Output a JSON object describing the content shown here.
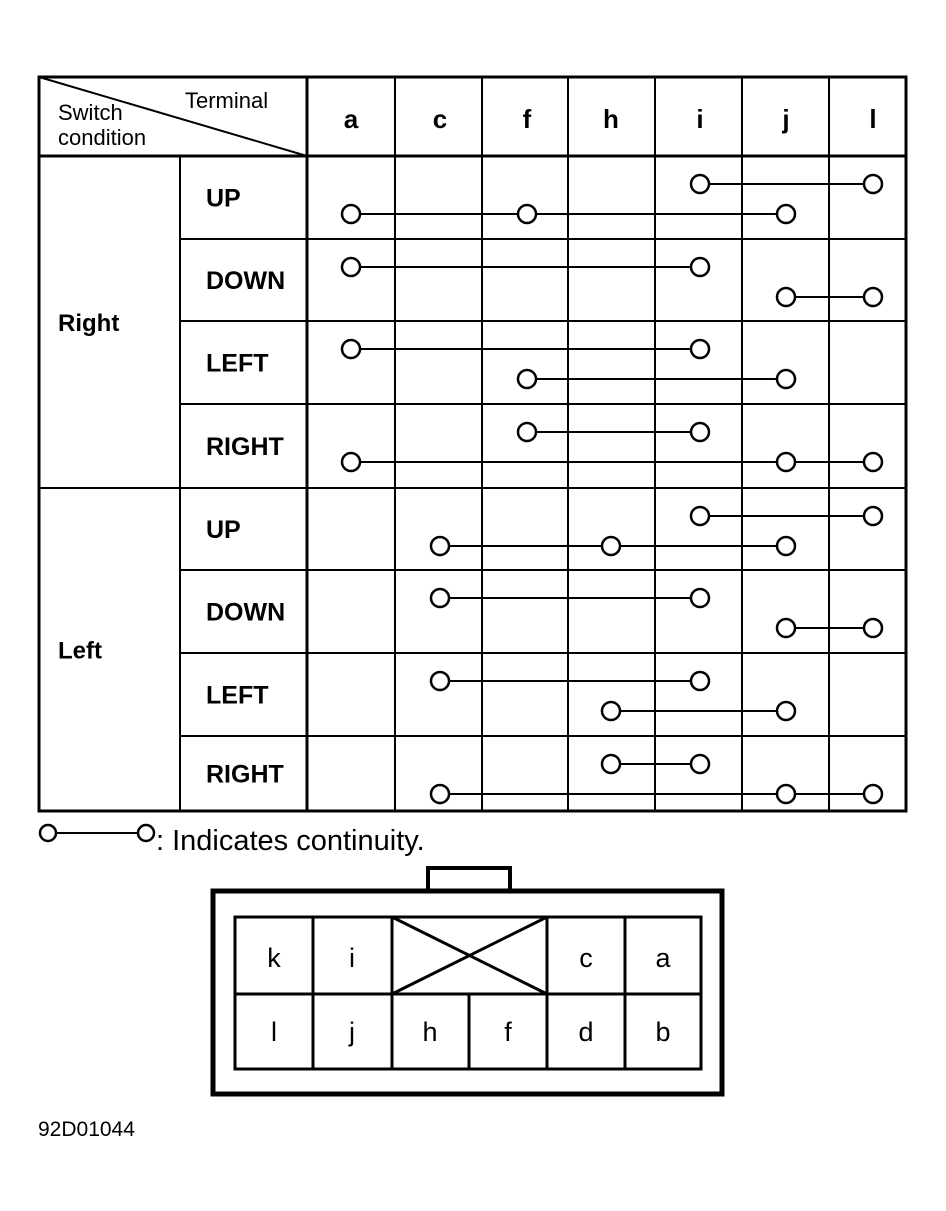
{
  "table": {
    "header_terminal": "Terminal",
    "header_switch_line1": "Switch",
    "header_switch_line2": "condition",
    "terminals": [
      "a",
      "c",
      "f",
      "h",
      "i",
      "j",
      "l"
    ],
    "groups": [
      {
        "label": "Right",
        "rows": [
          {
            "label": "UP",
            "connections": [
              [
                "i",
                "l"
              ],
              [
                "a",
                "f",
                "j"
              ]
            ]
          },
          {
            "label": "DOWN",
            "connections": [
              [
                "a",
                "i"
              ],
              [
                "j",
                "l"
              ]
            ]
          },
          {
            "label": "LEFT",
            "connections": [
              [
                "a",
                "i"
              ],
              [
                "f",
                "j"
              ]
            ]
          },
          {
            "label": "RIGHT",
            "connections": [
              [
                "f",
                "i"
              ],
              [
                "a",
                "j",
                "l"
              ]
            ]
          }
        ]
      },
      {
        "label": "Left",
        "rows": [
          {
            "label": "UP",
            "connections": [
              [
                "i",
                "l"
              ],
              [
                "c",
                "h",
                "j"
              ]
            ]
          },
          {
            "label": "DOWN",
            "connections": [
              [
                "c",
                "i"
              ],
              [
                "j",
                "l"
              ]
            ]
          },
          {
            "label": "LEFT",
            "connections": [
              [
                "c",
                "i"
              ],
              [
                "h",
                "j"
              ]
            ]
          },
          {
            "label": "RIGHT",
            "connections": [
              [
                "h",
                "i"
              ],
              [
                "c",
                "j",
                "l"
              ]
            ]
          }
        ]
      }
    ]
  },
  "legend": {
    "text": ": Indicates continuity."
  },
  "connector": {
    "top_row": [
      "k",
      "i",
      "",
      "c",
      "a"
    ],
    "bottom_row": [
      "l",
      "j",
      "h",
      "f",
      "d",
      "b"
    ],
    "blank_slot_icon": "x-cross-icon"
  },
  "figure_code": "92D01044"
}
